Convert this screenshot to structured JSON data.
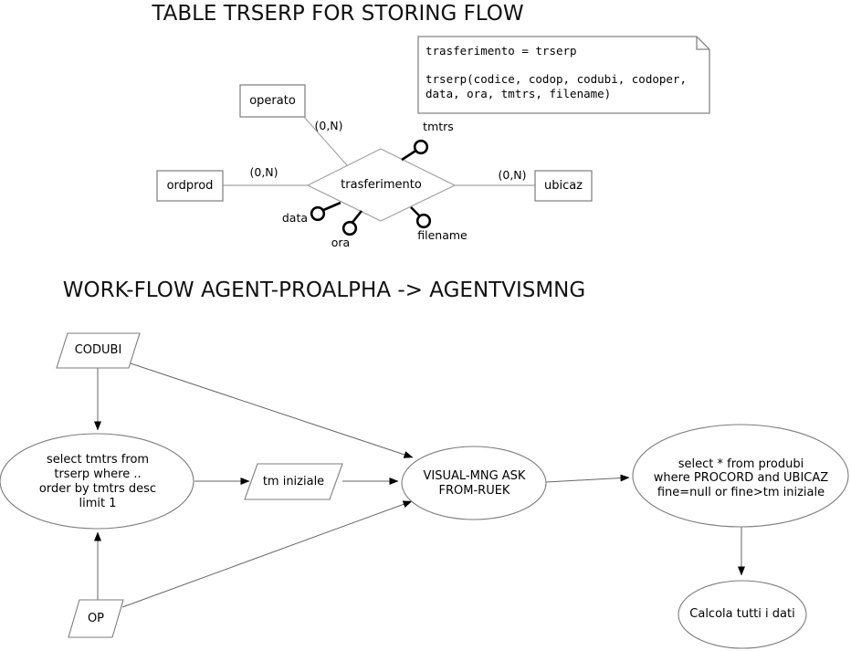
{
  "er": {
    "title": "TABLE TRSERP FOR STORING FLOW",
    "note_text": "trasferimento = trserp\n\ntrserp(codice, codop, codubi, codoper,\ndata, ora, tmtrs, filename)",
    "entity_operato": "operato",
    "entity_ordprod": "ordprod",
    "entity_ubicaz": "ubicaz",
    "relationship": "trasferimento",
    "attr_tmtrs": "tmtrs",
    "attr_data": "data",
    "attr_ora": "ora",
    "attr_filename": "filename",
    "card_operato": "(0,N)",
    "card_ordprod": "(0,N)",
    "card_ubicaz": "(0,N)"
  },
  "workflow": {
    "title": "WORK-FLOW AGENT-PROALPHA -> AGENTVISMNG",
    "input_codubi": "CODUBI",
    "input_op": "OP",
    "data_tm_iniziale": "tm iniziale",
    "step_select_tmtrs": "select tmtrs from\ntrserp where ..\norder by tmtrs desc\nlimit 1",
    "step_visual_mng": "VISUAL-MNG ASK\nFROM-RUEK",
    "step_select_produbi": "select * from produbi\nwhere PROCORD and UBICAZ\nfine=null or fine>tm iniziale",
    "step_calcola": "Calcola tutti i dati"
  },
  "colors": {
    "background": "#ffffff",
    "shape_stroke": "#858585",
    "er_line": "#a5a5a5",
    "workflow_line": "#666666",
    "attribute_stroke": "#000000",
    "arrow_fill": "#000000",
    "text": "#000000"
  }
}
